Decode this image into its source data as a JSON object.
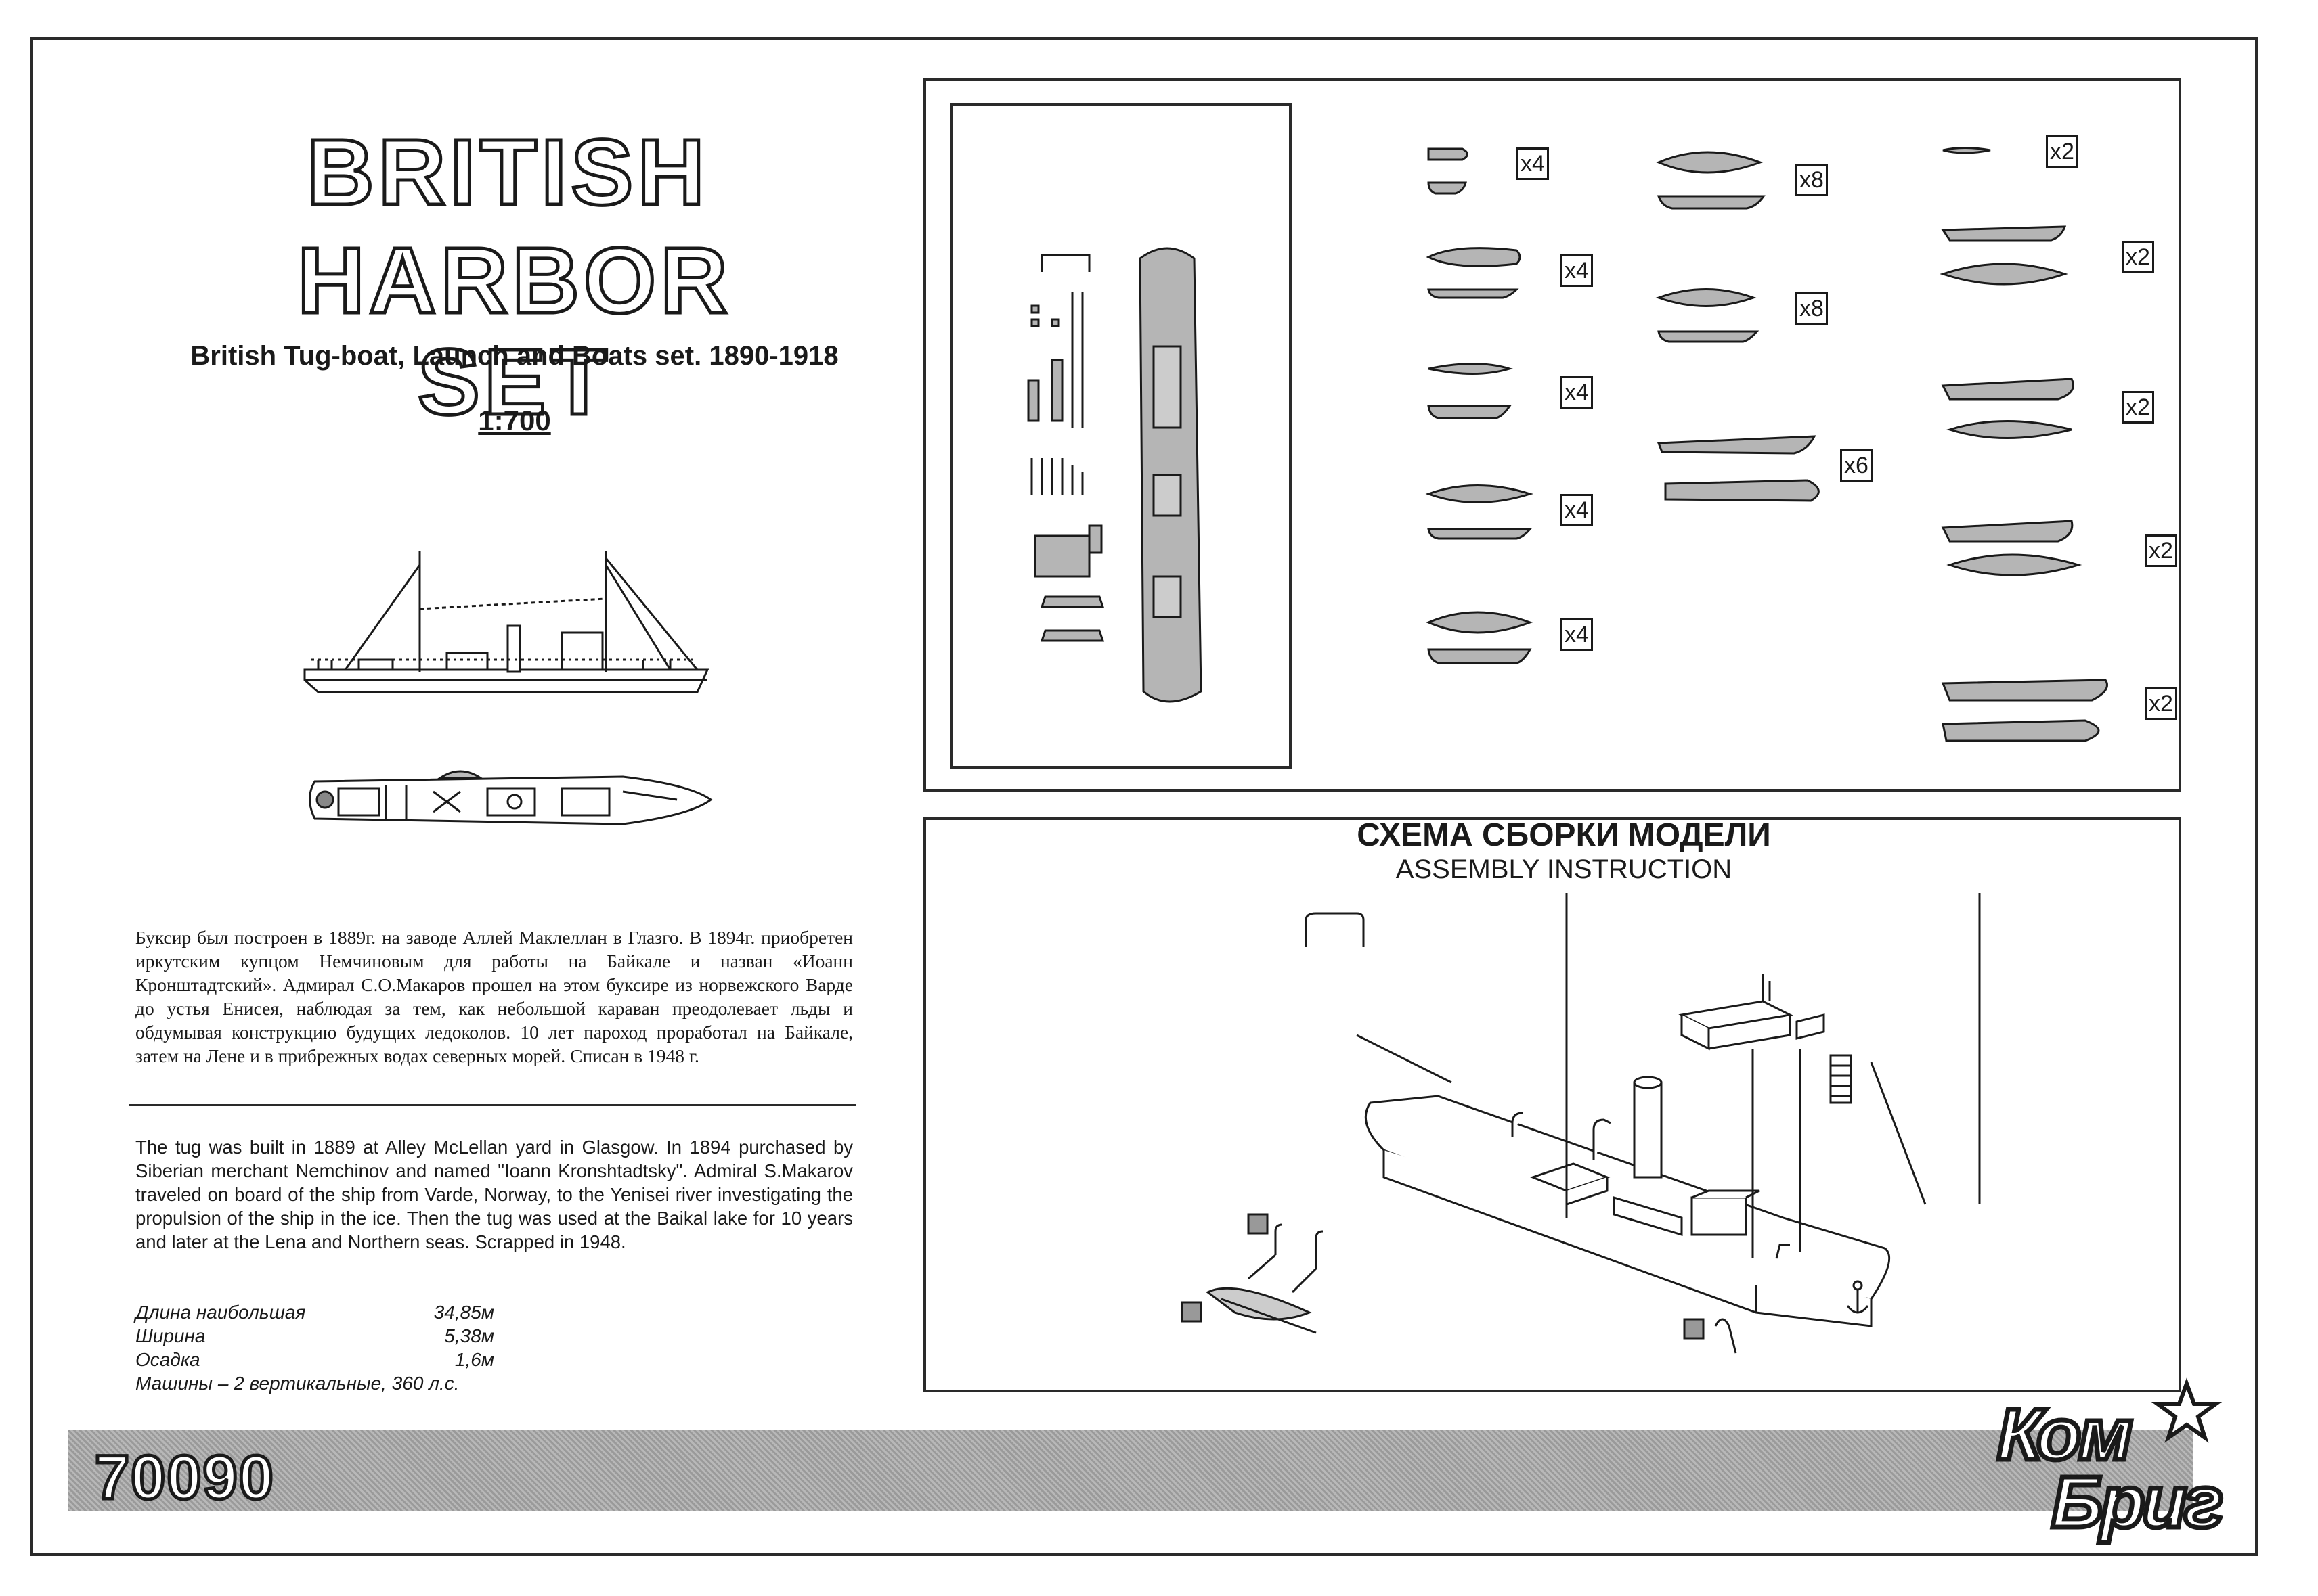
{
  "title": {
    "line1": "BRITISH",
    "line2": "HARBOR SET"
  },
  "subtitle": "British Tug-boat, Launch and Boats set. 1890-1918",
  "scale": "1:700",
  "description_ru": "Буксир был построен в 1889г. на заводе Аллей Маклеллан в Глазго. В 1894г. приобретен иркутским купцом Немчиновым для работы на Байкале и назван «Иоанн Кронштадтский». Адмирал С.О.Макаров прошел на этом буксире из норвежского Варде до устья Енисея, наблюдая за тем, как небольшой караван преодолевает льды и обдумывая конструкцию будущих ледоколов. 10 лет пароход проработал на Байкале, затем на Лене и в прибрежных водах северных морей. Списан в 1948 г.",
  "description_en": "The tug was built in 1889 at Alley McLellan yard in Glasgow. In 1894 purchased by Siberian merchant Nemchinov and named \"Ioann Kronshtadtsky\". Admiral S.Makarov traveled on board of the ship from Varde, Norway, to the Yenisei river investigating the propulsion of the ship in the ice. Then the tug was used at the Baikal lake for 10 years and later at the Lena and Northern seas. Scrapped in 1948.",
  "specs": [
    {
      "label": "Длина наибольшая",
      "value": "34,85м"
    },
    {
      "label": "Ширина",
      "value": "5,38м"
    },
    {
      "label": "Осадка",
      "value": "1,6м"
    },
    {
      "label": "Машины – 2 вертикальные, 360 л.с.",
      "value": ""
    }
  ],
  "parts_quantities": {
    "col1": [
      "x4",
      "x4",
      "x4",
      "x4",
      "x4"
    ],
    "col2": [
      "x8",
      "x8",
      "x6"
    ],
    "col3": [
      "x2",
      "x2",
      "x2",
      "x2",
      "x2"
    ]
  },
  "assembly": {
    "title_ru": "СХЕМА СБОРКИ МОДЕЛИ",
    "title_en": "ASSEMBLY INSTRUCTION"
  },
  "catalog_number": "70090",
  "brand": {
    "line1": "Ком",
    "line2": "Бриг"
  },
  "colors": {
    "ink": "#1a1a1a",
    "part_fill": "#b5b5b5",
    "band": "#a8a8a8"
  }
}
